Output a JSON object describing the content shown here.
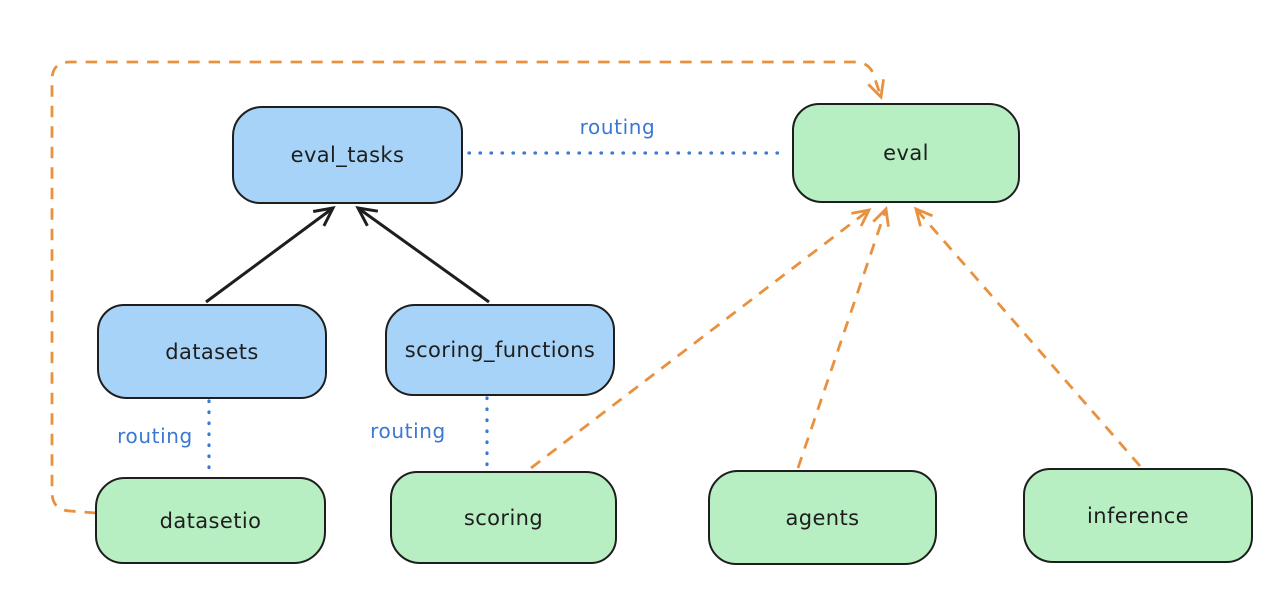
{
  "colors": {
    "background": "#ffffff",
    "ink": "#1e1e1e",
    "node-blue": "#a6d3f7",
    "node-green": "#b7eec2",
    "accent-blue": "#3b78d2",
    "accent-orange": "#e8913e"
  },
  "nodes": {
    "eval_tasks": {
      "label": "eval_tasks"
    },
    "eval": {
      "label": "eval"
    },
    "datasets": {
      "label": "datasets"
    },
    "scoring_functions": {
      "label": "scoring_functions"
    },
    "datasetio": {
      "label": "datasetio"
    },
    "scoring": {
      "label": "scoring"
    },
    "agents": {
      "label": "agents"
    },
    "inference": {
      "label": "inference"
    }
  },
  "edge_labels": {
    "eval_tasks_to_eval": "routing",
    "datasets_to_datasetio": "routing",
    "scoring_functions_to_scoring": "routing"
  }
}
